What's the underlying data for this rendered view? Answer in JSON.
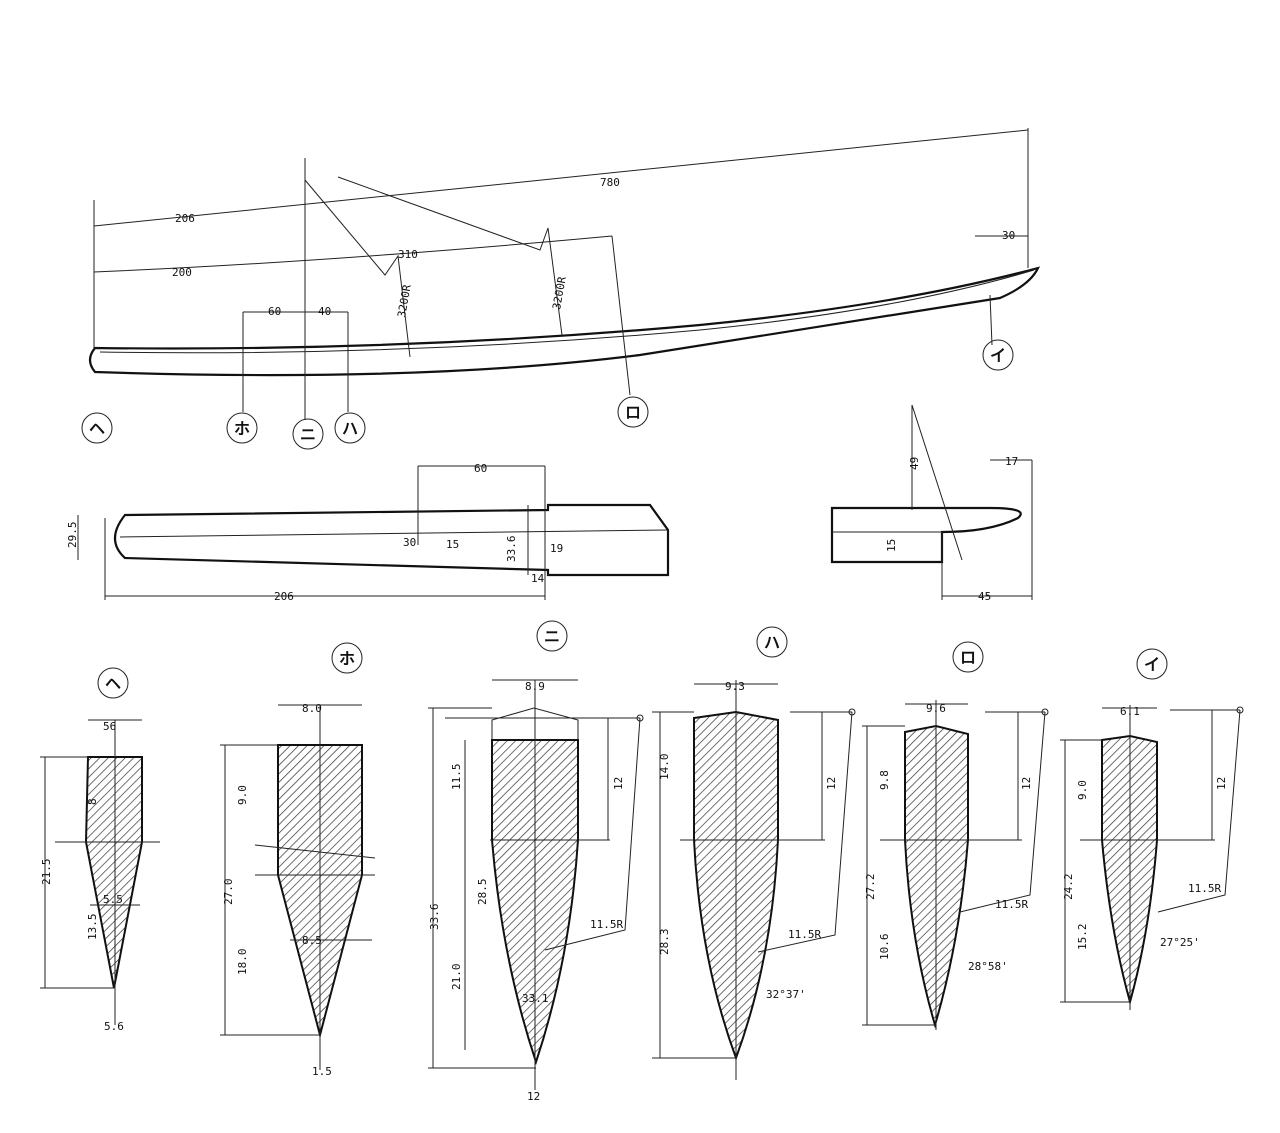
{
  "side_view": {
    "dims": {
      "d206": "206",
      "d200": "200",
      "d780": "780",
      "d310": "310",
      "d30": "30",
      "d60": "60",
      "d40": "40",
      "r1": "3200R",
      "r2": "3200R"
    },
    "markers": [
      "ヘ",
      "ホ",
      "ニ",
      "ハ",
      "ロ",
      "イ"
    ]
  },
  "tip_view": {
    "dims": {
      "d60": "60",
      "d206": "206",
      "d295": "29.5",
      "d336": "33.6",
      "d14": "14",
      "d19": "19",
      "d15": "15",
      "d30": "30"
    }
  },
  "habaki_view": {
    "dims": {
      "d17": "17",
      "d45": "45",
      "d15": "15",
      "d49": "49"
    }
  },
  "sections": [
    {
      "mark": "ヘ",
      "top": "56",
      "depth": "21.5",
      "upper": "8",
      "lower": "13.5",
      "bottom": "5.6",
      "shinogi": "5.5"
    },
    {
      "mark": "ホ",
      "top": "8.0",
      "depth": "27.0",
      "upper": "9.0",
      "lower": "18.0",
      "bottom": "1.5",
      "shinogi": "8.5"
    },
    {
      "mark": "ニ",
      "top": "8.9",
      "depth": "33.6",
      "upper": "11.5",
      "lower": "21.0",
      "bottom": "12",
      "shinogi": "28.5",
      "radius": "11.5R",
      "angle": "33.1"
    },
    {
      "mark": "ハ",
      "top": "9.3",
      "depth": "28.3",
      "upper": "14.0",
      "lower": "28.3",
      "bottom": "",
      "shinogi": "",
      "radius": "11.5R",
      "angle": "32°37'"
    },
    {
      "mark": "ロ",
      "top": "9.6",
      "depth": "27.2",
      "upper": "9.8",
      "lower": "10.6",
      "bottom": "",
      "shinogi": "",
      "radius": "11.5R",
      "angle": "28°58'"
    },
    {
      "mark": "イ",
      "top": "6.1",
      "depth": "24.2",
      "upper": "9.0",
      "lower": "15.2",
      "bottom": "",
      "shinogi": "",
      "radius": "11.5R",
      "angle": "27°25'"
    }
  ],
  "side_label": "12"
}
